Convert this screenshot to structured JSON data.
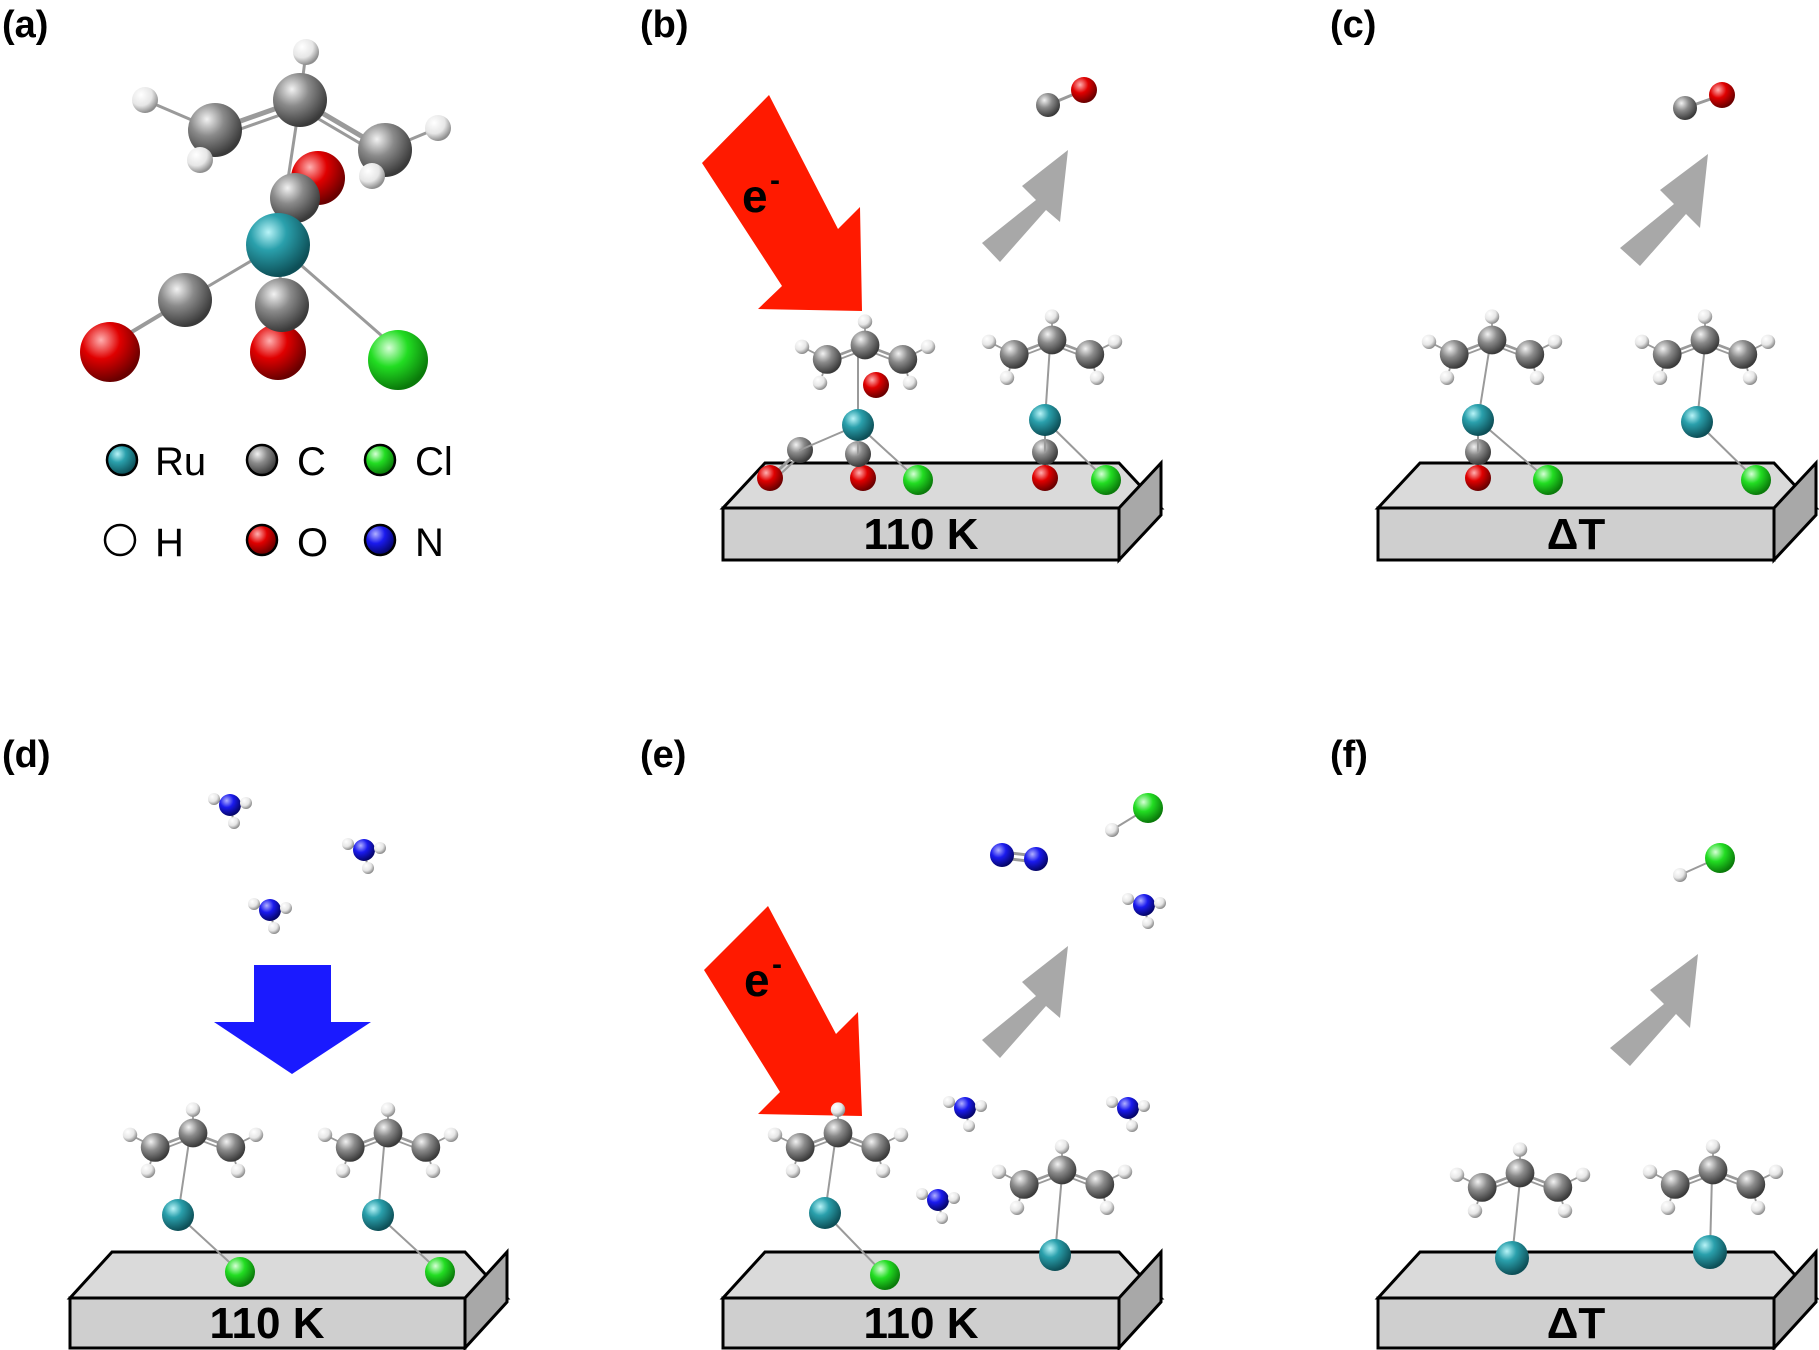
{
  "panels": [
    {
      "label": "(a)"
    },
    {
      "label": "(b)",
      "surface_label": "110 K",
      "electron_label": "e",
      "electron_sup": "-"
    },
    {
      "label": "(c)",
      "surface_label": "ΔT"
    },
    {
      "label": "(d)",
      "surface_label": "110 K"
    },
    {
      "label": "(e)",
      "surface_label": "110 K",
      "electron_label": "e",
      "electron_sup": "-"
    },
    {
      "label": "(f)",
      "surface_label": "ΔT"
    }
  ],
  "legend": [
    {
      "symbol": "Ru",
      "color": "#2a9aa6"
    },
    {
      "symbol": "C",
      "color": "#8c8c8c"
    },
    {
      "symbol": "Cl",
      "color": "#22dd22"
    },
    {
      "symbol": "H",
      "color": "#ffffff"
    },
    {
      "symbol": "O",
      "color": "#dd0000"
    },
    {
      "symbol": "N",
      "color": "#1a1aee"
    }
  ],
  "colors": {
    "surface_top": "#dadada",
    "surface_front": "#cfcfcf",
    "surface_side": "#a8a8a8",
    "electron_arrow": "#ff1a00",
    "desorption_arrow": "#a8a8a8",
    "adsorption_arrow": "#1a1aff"
  }
}
